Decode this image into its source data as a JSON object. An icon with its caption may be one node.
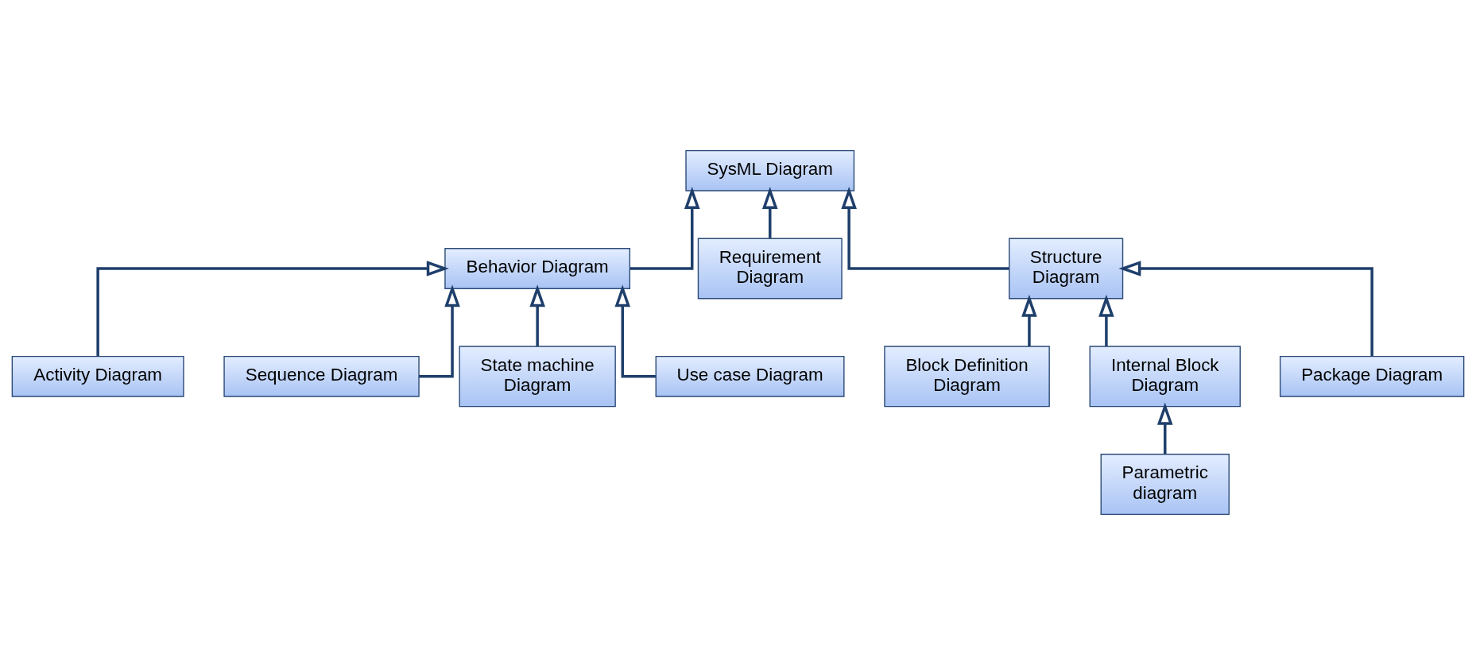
{
  "diagram": {
    "nodes": [
      {
        "text": [
          "SysML Diagram"
        ]
      },
      {
        "text": [
          "Behavior Diagram"
        ]
      },
      {
        "text": [
          "Requirement Diagram"
        ]
      },
      {
        "text": [
          "Structure Diagram"
        ]
      },
      {
        "text": [
          "Activity Diagram"
        ]
      },
      {
        "text": [
          "Sequence Diagram"
        ]
      },
      {
        "text": [
          "State machine Diagram"
        ]
      },
      {
        "text": [
          "Use case Diagram"
        ]
      },
      {
        "text": [
          "Block Definition Diagram"
        ]
      },
      {
        "text": [
          "Internal Block Diagram"
        ]
      },
      {
        "text": [
          "Package Diagram"
        ]
      },
      {
        "text": [
          "Parametric diagram"
        ]
      }
    ],
    "edges": [
      {
        "from": 1,
        "to": 0,
        "arrow": "to"
      },
      {
        "from": 2,
        "to": 0,
        "arrow": "to"
      },
      {
        "from": 3,
        "to": 0,
        "arrow": "to"
      },
      {
        "from": 4,
        "to": 1,
        "arrow": "to"
      },
      {
        "from": 5,
        "to": 1,
        "arrow": "to"
      },
      {
        "from": 6,
        "to": 1,
        "arrow": "to"
      },
      {
        "from": 7,
        "to": 1,
        "arrow": "to"
      },
      {
        "from": 8,
        "to": 3,
        "arrow": "to"
      },
      {
        "from": 9,
        "to": 3,
        "arrow": "to"
      },
      {
        "from": 10,
        "to": 3,
        "arrow": "to"
      },
      {
        "from": 11,
        "to": 9,
        "arrow": "to"
      }
    ]
  }
}
